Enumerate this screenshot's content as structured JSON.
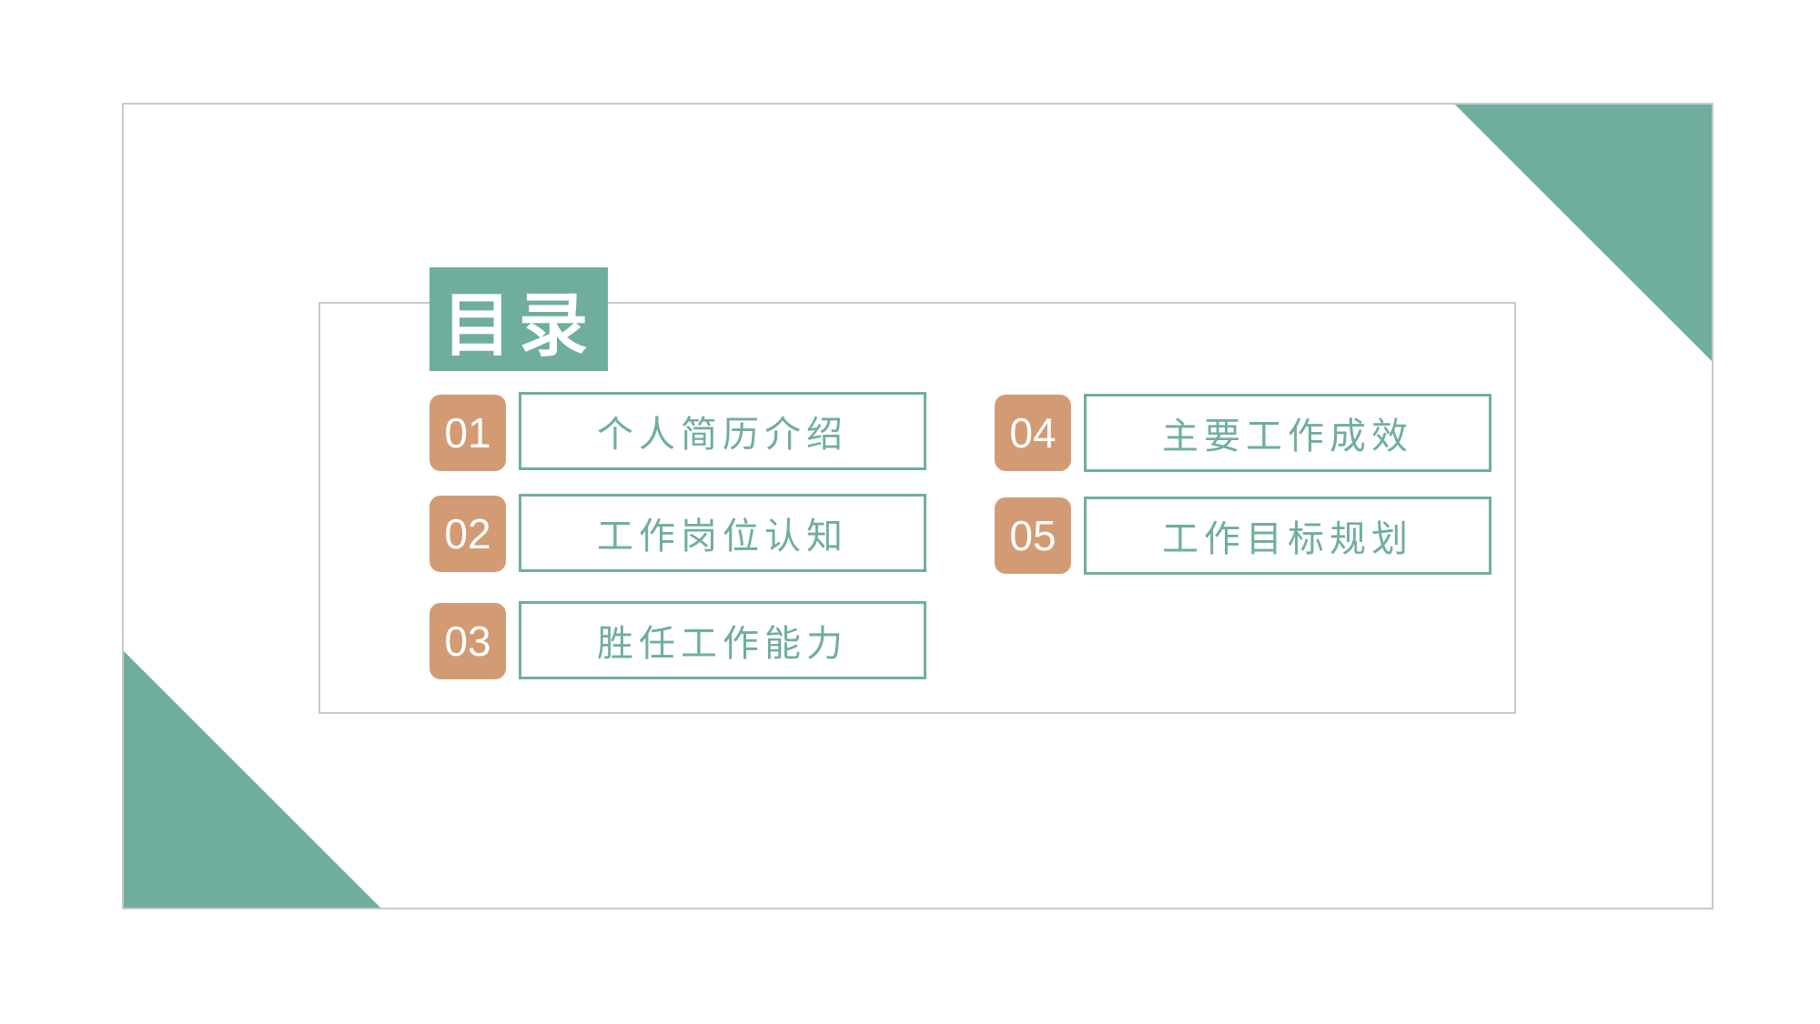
{
  "title": "目录",
  "colors": {
    "accent": "#6fae9f",
    "badge": "#d39b74",
    "border": "#c9c9c9"
  },
  "items": [
    {
      "number": "01",
      "label": "个人简历介绍"
    },
    {
      "number": "02",
      "label": "工作岗位认知"
    },
    {
      "number": "03",
      "label": "胜任工作能力"
    },
    {
      "number": "04",
      "label": "主要工作成效"
    },
    {
      "number": "05",
      "label": "工作目标规划"
    }
  ]
}
